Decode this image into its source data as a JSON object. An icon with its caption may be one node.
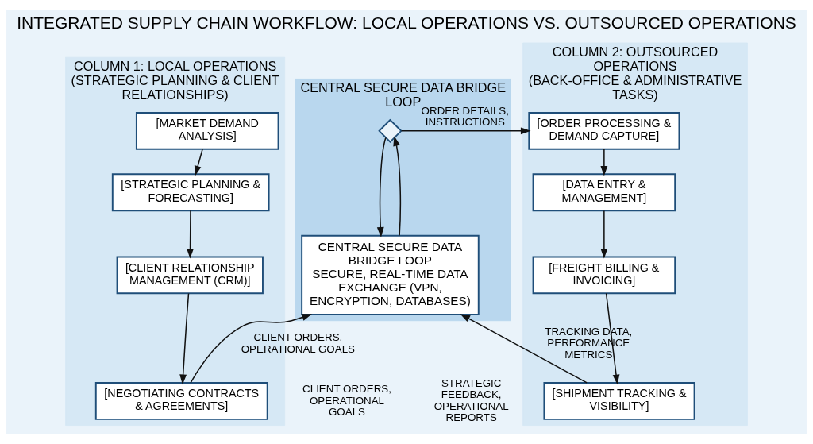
{
  "diagram": {
    "title": "INTEGRATED SUPPLY CHAIN WORKFLOW: LOCAL OPERATIONS VS. OUTSOURCED OPERATIONS",
    "nodes": [
      {
        "text": [
          "COLUMN 1: LOCAL OPERATIONS",
          "(STRATEGIC PLANNING & CLIENT RELATIONSHIPS)"
        ]
      },
      {
        "text": [
          "[MARKET DEMAND ANALYSIS]"
        ],
        "in": 0
      },
      {
        "text": [
          "[STRATEGIC PLANNING & FORECASTING]"
        ],
        "in": 0
      },
      {
        "text": [
          "[CLIENT RELATIONSHIP MANAGEMENT (CRM)]"
        ],
        "in": 0
      },
      {
        "text": [
          "[NEGOTIATING CONTRACTS & AGREEMENTS]"
        ],
        "in": 0
      },
      {
        "text": [
          "CENTRAL SECURE DATA BRIDGE LOOP"
        ]
      },
      {
        "text": [],
        "shape": "diamond",
        "in": 5
      },
      {
        "text": [
          "CENTRAL SECURE DATA BRIDGE LOOP",
          "SECURE, REAL-TIME DATA EXCHANGE (VPN, ENCRYPTION, DATABASES)"
        ],
        "in": 5
      },
      {
        "text": [
          "COLUMN 2: OUTSOURCED OPERATIONS",
          "(BACK-OFFICE & ADMINISTRATIVE TASKS)"
        ]
      },
      {
        "text": [
          "[ORDER PROCESSING & DEMAND CAPTURE]"
        ],
        "in": 8
      },
      {
        "text": [
          "[DATA ENTRY & MANAGEMENT]"
        ],
        "in": 8
      },
      {
        "text": [
          "[FREIGHT BILLING & INVOICING]"
        ],
        "in": 8
      },
      {
        "text": [
          "[SHIPMENT TRACKING & VISIBILITY]"
        ],
        "in": 8
      }
    ],
    "edges": [
      {
        "from": 1,
        "to": 2,
        "arrow": "to"
      },
      {
        "from": 2,
        "to": 3,
        "arrow": "to"
      },
      {
        "from": 3,
        "to": 4,
        "arrow": "to"
      },
      {
        "from": 7,
        "to": 6,
        "arrow": "to"
      },
      {
        "from": 6,
        "to": 7,
        "arrow": "to"
      },
      {
        "from": 6,
        "to": 9,
        "arrow": "to",
        "label": "ORDER DETAILS, INSTRUCTIONS"
      },
      {
        "from": 9,
        "to": 10,
        "arrow": "to"
      },
      {
        "from": 10,
        "to": 11,
        "arrow": "to"
      },
      {
        "from": 11,
        "to": 12,
        "arrow": "to"
      },
      {
        "from": 4,
        "to": 7,
        "arrow": "to",
        "label": "CLIENT ORDERS, OPERATIONAL GOALS"
      },
      {
        "from": 12,
        "to": 7,
        "arrow": "to",
        "label": "TRACKING DATA, PERFORMANCE METRICS"
      }
    ],
    "labels": [
      "CLIENT ORDERS, OPERATIONAL GOALS",
      "STRATEGIC FEEDBACK, OPERATIONAL REPORTS"
    ]
  }
}
